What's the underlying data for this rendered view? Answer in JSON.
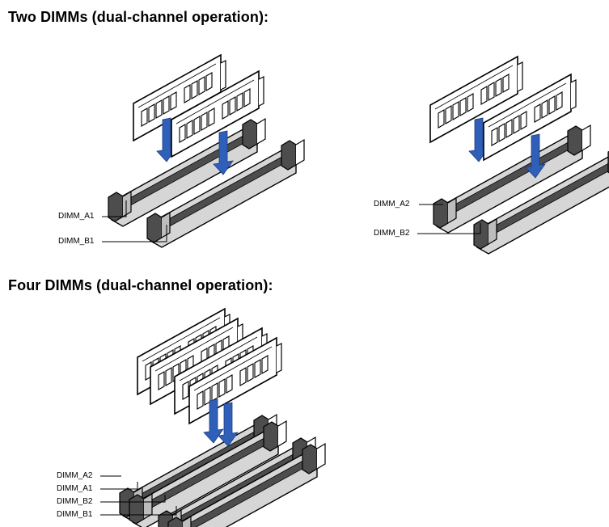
{
  "sections": [
    {
      "title": "Two DIMMs (dual-channel operation):",
      "figures": [
        {
          "labels": [
            "DIMM_A1",
            "DIMM_B1"
          ]
        },
        {
          "labels": [
            "DIMM_A2",
            "DIMM_B2"
          ]
        }
      ]
    },
    {
      "title": "Four DIMMs (dual-channel operation):",
      "figures": [
        {
          "labels": [
            "DIMM_A2",
            "DIMM_A1",
            "DIMM_B2",
            "DIMM_B1"
          ]
        }
      ]
    }
  ],
  "colors": {
    "arrow": "#2f5fb8",
    "slot_dark": "#4d4d4d",
    "slot_light": "#d6d6d6",
    "module_fill": "#ffffff",
    "line": "#000000"
  }
}
